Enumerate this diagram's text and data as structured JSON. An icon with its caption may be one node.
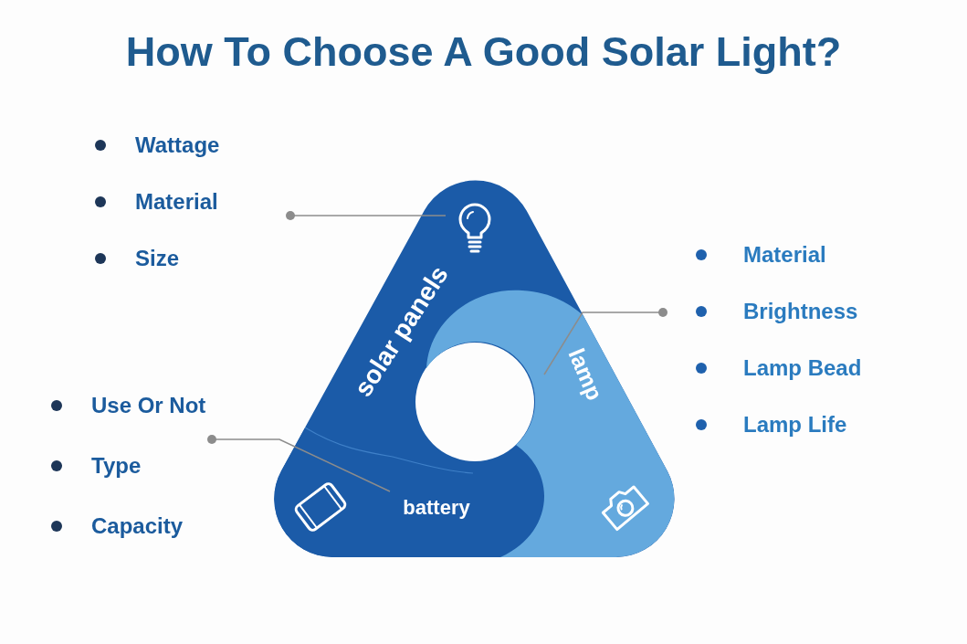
{
  "diagram": {
    "title": "How To Choose A Good Solar Light?",
    "nodes": [
      {
        "text": [
          "solar panels"
        ],
        "beside": [
          "Wattage",
          "Material",
          "Size"
        ]
      },
      {
        "text": [
          "lamp"
        ],
        "in": 0,
        "beside": [
          "Material",
          "Brightness",
          "Lamp Bead",
          "Lamp Life"
        ]
      },
      {
        "text": [
          "Use Or Not",
          "Type",
          "Capacity"
        ]
      },
      {
        "text": [
          "battery"
        ],
        "in": 0
      }
    ],
    "edges": [
      {
        "from": null,
        "to": 0,
        "arrow": "other"
      },
      {
        "from": null,
        "to": 1,
        "arrow": "other"
      },
      {
        "from": 2,
        "to": 3,
        "arrow": "other"
      }
    ]
  }
}
